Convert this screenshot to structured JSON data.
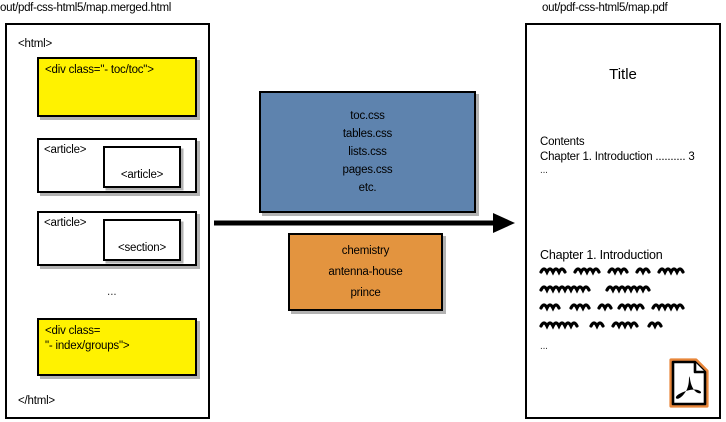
{
  "captions": {
    "left": "out/pdf-css-html5/map.merged.html",
    "right": "out/pdf-css-html5/map.pdf"
  },
  "html_panel": {
    "open_tag": "<html>",
    "close_tag": "</html>",
    "toc_box": {
      "text": "<div class=\"- toc/toc\">",
      "color": "#FFF200"
    },
    "article_1": {
      "label": "<article>",
      "nested_label": "<article>"
    },
    "article_2": {
      "label": "<article>",
      "nested_label": "<section>"
    },
    "ellipsis": "...",
    "index_box": {
      "line1": "<div class=",
      "line2": "\"- index/groups\">",
      "color": "#FFF200"
    }
  },
  "css_box": {
    "color": "#5E83AE",
    "items": [
      "toc.css",
      "tables.css",
      "lists.css",
      "pages.css",
      "etc."
    ]
  },
  "engine_box": {
    "color": "#E3943F",
    "items": [
      "chemistry",
      "antenna-house",
      "prince"
    ]
  },
  "arrow": {
    "direction": "right",
    "color": "#000000"
  },
  "pdf_panel": {
    "title": "Title",
    "contents_heading": "Contents",
    "toc_entry": "Chapter 1. Introduction .......... 3",
    "toc_ellipsis": "...",
    "chapter_heading": "Chapter 1. Introduction",
    "body_ellipsis": "...",
    "body_placeholder_lines": 4,
    "icon": "pdf-file-icon",
    "icon_accent_color": "#E8863A"
  }
}
